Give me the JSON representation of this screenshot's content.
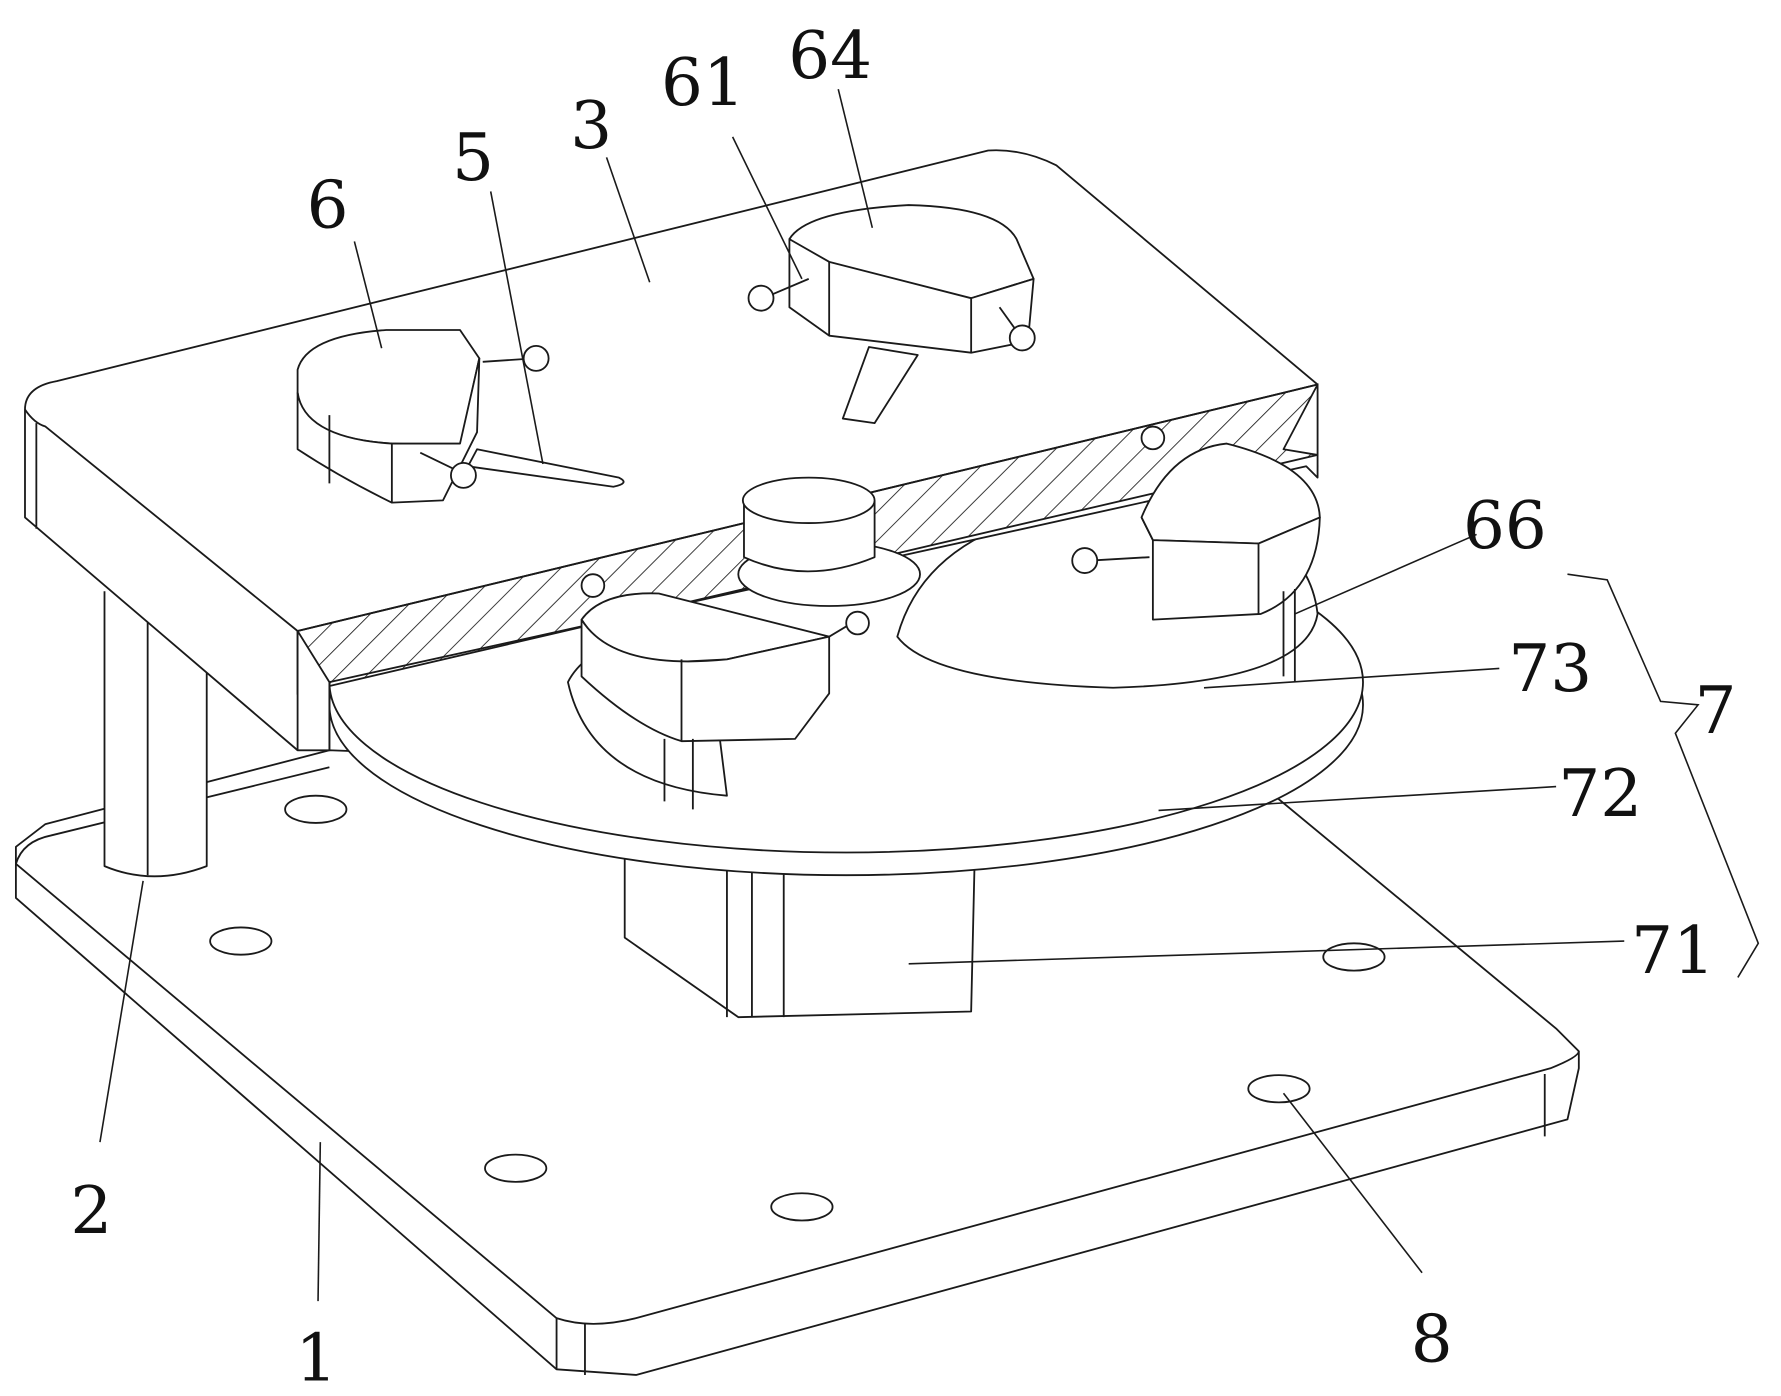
{
  "figure": {
    "labels": {
      "base_plate": "1",
      "support_column": "2",
      "top_plate": "3",
      "guide_slot": "5",
      "clamp_assembly": "6",
      "clamp_pin": "61",
      "clamp_block": "64",
      "clamp_rod": "66",
      "rotary_mechanism": "7",
      "motor": "71",
      "turntable": "72",
      "arc_slot": "73",
      "mounting_hole": "8"
    }
  }
}
